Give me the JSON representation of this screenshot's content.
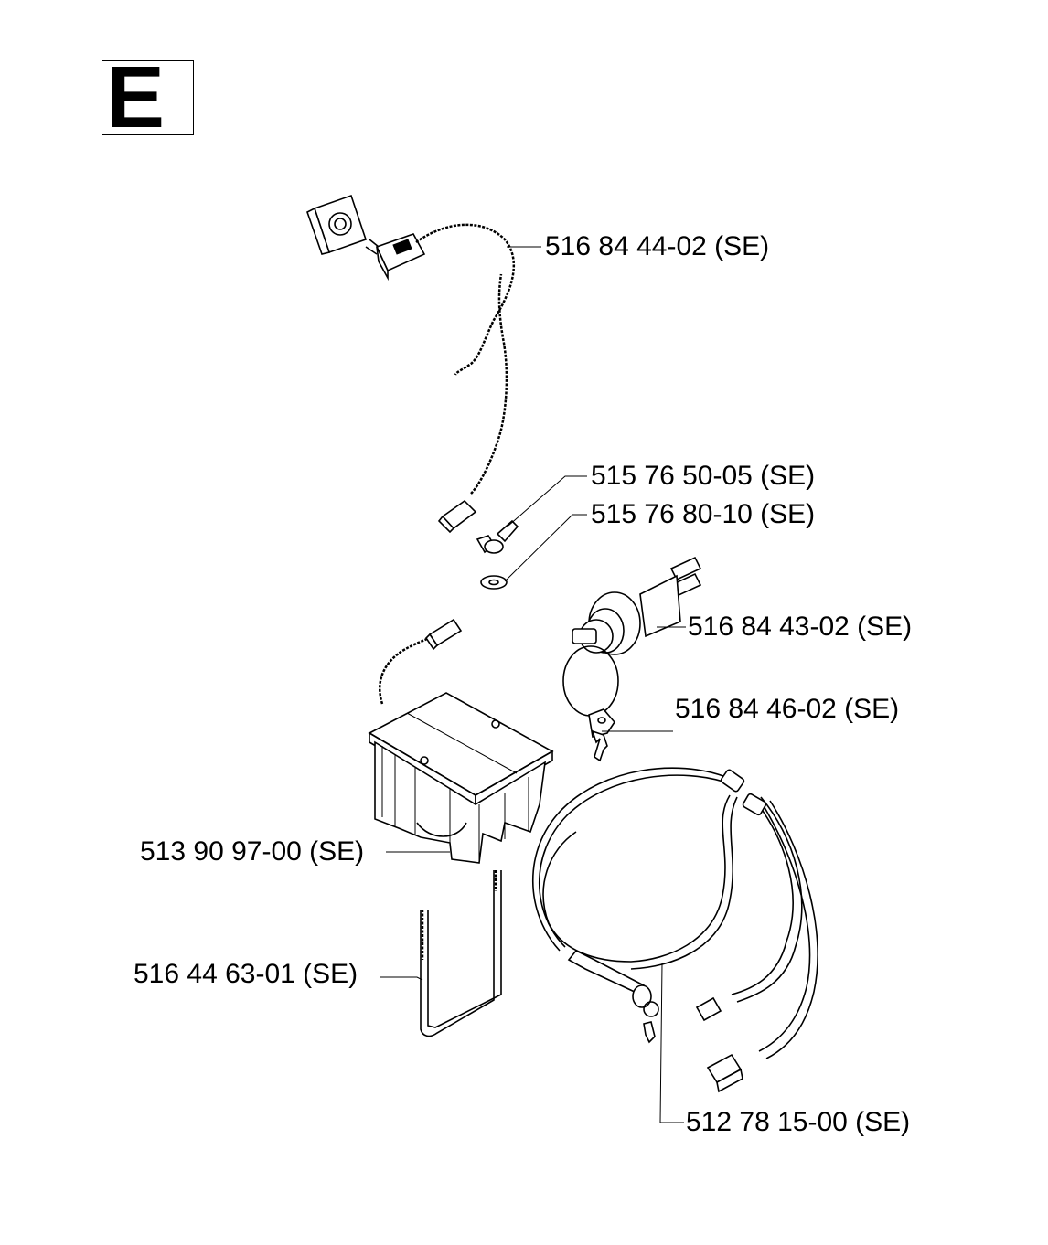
{
  "section": {
    "letter": "E"
  },
  "parts": [
    {
      "id": "charger",
      "label": "516 84 44-02 (SE)"
    },
    {
      "id": "wing-nut",
      "label": "515 76 50-05 (SE)"
    },
    {
      "id": "washer",
      "label": "515 76 80-10 (SE)"
    },
    {
      "id": "ignition-switch",
      "label": "516 84 43-02 (SE)"
    },
    {
      "id": "key",
      "label": "516 84 46-02 (SE)"
    },
    {
      "id": "battery",
      "label": "513 90 97-00 (SE)"
    },
    {
      "id": "bracket",
      "label": "516 44 63-01 (SE)"
    },
    {
      "id": "wiring-harness",
      "label": "512 78 15-00 (SE)"
    }
  ]
}
